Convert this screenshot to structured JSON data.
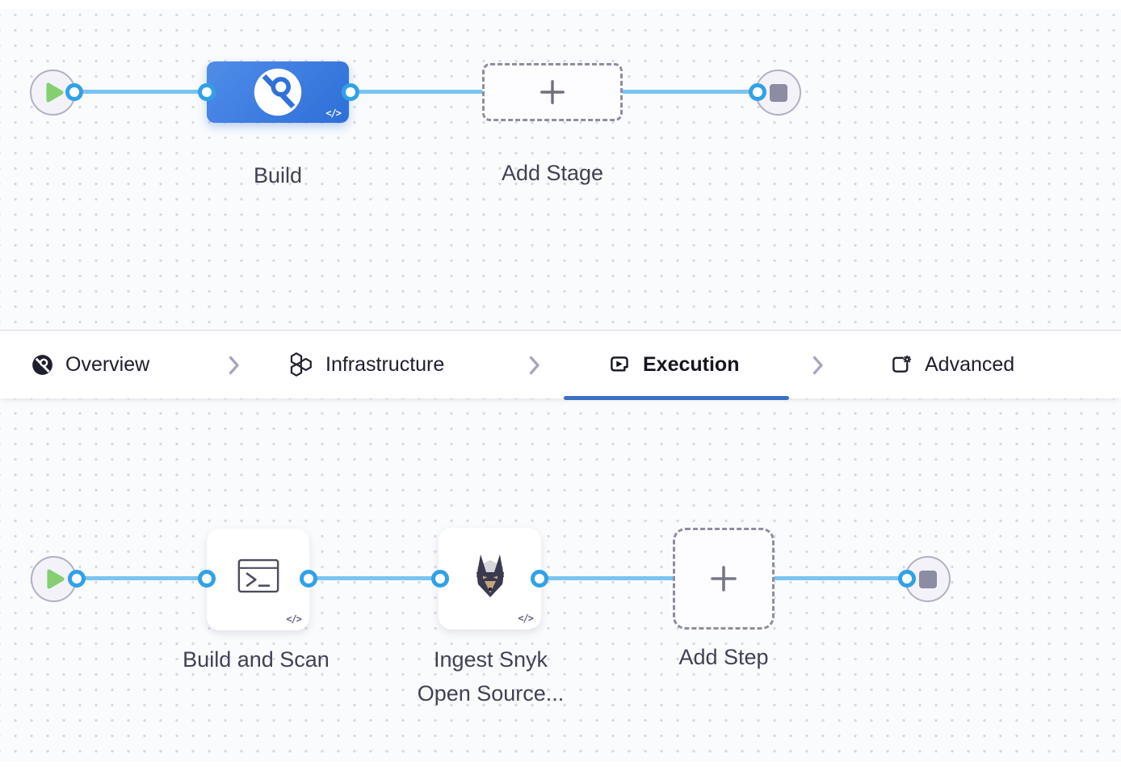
{
  "colors": {
    "accent_underline": "#3a71c6",
    "node_blue_gradient_start": "#4f8de9",
    "node_blue_gradient_end": "#2e6fd8",
    "connector_ring": "#31a1e7",
    "edge_line": "#79c4f0",
    "play_green": "#85cf70",
    "stop_gray": "#8c8ca2",
    "canvas_bg": "#fafbfd"
  },
  "stage_graph": {
    "start_node": {
      "icon": "play-icon"
    },
    "end_node": {
      "icon": "stop-icon"
    },
    "stages": [
      {
        "id": "build",
        "label": "Build",
        "icon": "ci-build-icon",
        "code_badge": "</>"
      },
      {
        "id": "add-stage",
        "label": "Add Stage",
        "icon": "plus-icon"
      }
    ]
  },
  "tab_bar": {
    "tabs": [
      {
        "label": "Overview",
        "icon": "ci-overview-icon",
        "active": false
      },
      {
        "label": "Infrastructure",
        "icon": "hexagons-icon",
        "active": false
      },
      {
        "label": "Execution",
        "icon": "play-square-icon",
        "active": true
      },
      {
        "label": "Advanced",
        "icon": "square-gear-icon",
        "active": false
      }
    ]
  },
  "step_graph": {
    "start_node": {
      "icon": "play-icon"
    },
    "end_node": {
      "icon": "stop-icon"
    },
    "steps": [
      {
        "id": "build-and-scan",
        "label": "Build and Scan",
        "icon": "terminal-icon",
        "code_badge": "</>"
      },
      {
        "id": "ingest-snyk",
        "label_line1": "Ingest Snyk",
        "label_line2": "Open Source...",
        "icon": "snyk-dog-icon",
        "code_badge": "</>"
      },
      {
        "id": "add-step",
        "label": "Add Step",
        "icon": "plus-icon"
      }
    ]
  }
}
